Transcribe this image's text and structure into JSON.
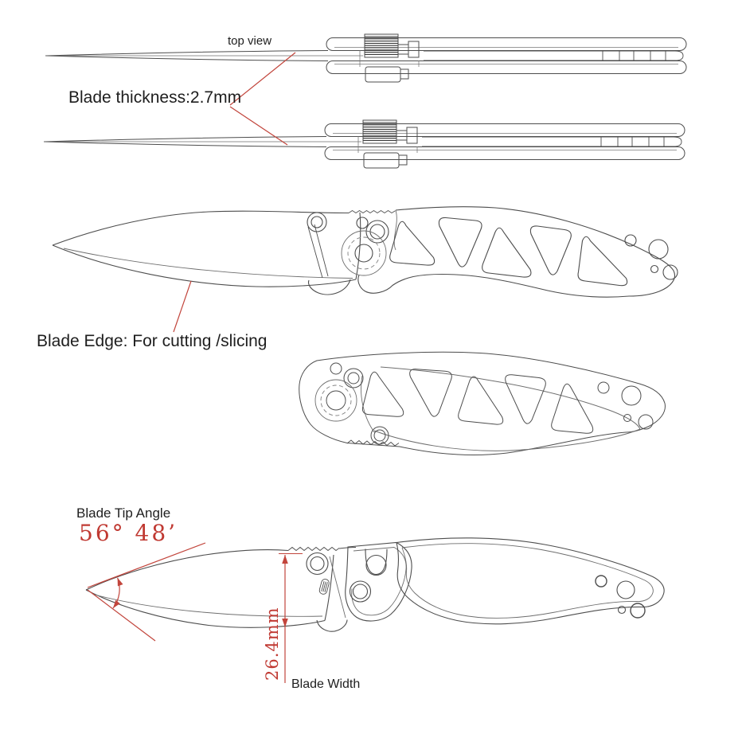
{
  "title": "Folding knife technical drawing",
  "colors": {
    "background": "#ffffff",
    "line_art": "#4d4d4d",
    "text": "#1e1e1e",
    "annotation_red": "#c03932"
  },
  "annotations": {
    "top_view": {
      "label": "top view"
    },
    "blade_thickness": {
      "text": "Blade thickness:2.7mm",
      "value_mm": 2.7
    },
    "blade_edge": {
      "text": "Blade Edge: For cutting /slicing"
    },
    "blade_tip_angle": {
      "label": "Blade Tip Angle",
      "text": "56° 48’",
      "degrees": 56,
      "minutes": 48
    },
    "blade_width": {
      "label": "Blade Width",
      "text": "26.4mm",
      "value_mm": 26.4
    }
  },
  "figures": [
    {
      "name": "knife-top-view-open"
    },
    {
      "name": "knife-top-view-open-second"
    },
    {
      "name": "knife-side-view-open"
    },
    {
      "name": "knife-side-view-closed"
    },
    {
      "name": "knife-side-view-dimensioned"
    }
  ]
}
